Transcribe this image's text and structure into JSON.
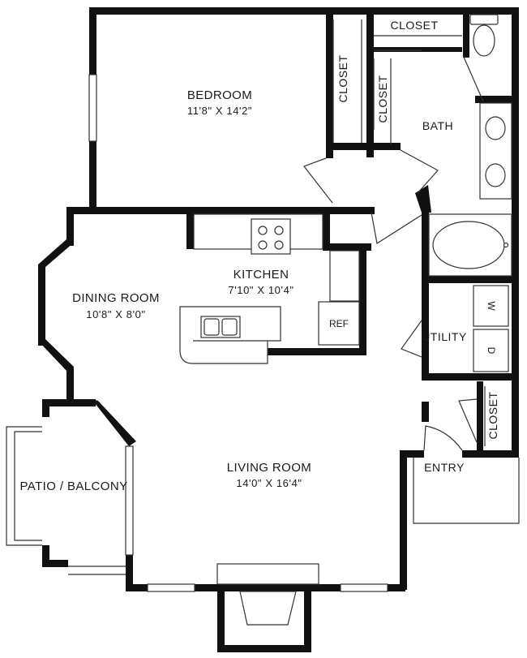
{
  "rooms": {
    "bedroom": {
      "name": "BEDROOM",
      "dims": "11'8\" X 14'2\""
    },
    "kitchen": {
      "name": "KITCHEN",
      "dims": "7'10\" X 10'4\""
    },
    "dining_room": {
      "name": "DINING ROOM",
      "dims": "10'8\" X 8'0\""
    },
    "living_room": {
      "name": "LIVING ROOM",
      "dims": "14'0\" X 16'4\""
    },
    "patio": {
      "name": "PATIO / BALCONY"
    },
    "bath": {
      "name": "BATH"
    },
    "utility": {
      "name": "UTILITY"
    },
    "entry": {
      "name": "ENTRY"
    }
  },
  "closets": {
    "top_right": "CLOSET",
    "bedroom": "CLOSET",
    "bath": "CLOSET",
    "entry": "CLOSET"
  },
  "appliances": {
    "refrigerator": "REF",
    "washer": "W",
    "dryer": "D"
  }
}
